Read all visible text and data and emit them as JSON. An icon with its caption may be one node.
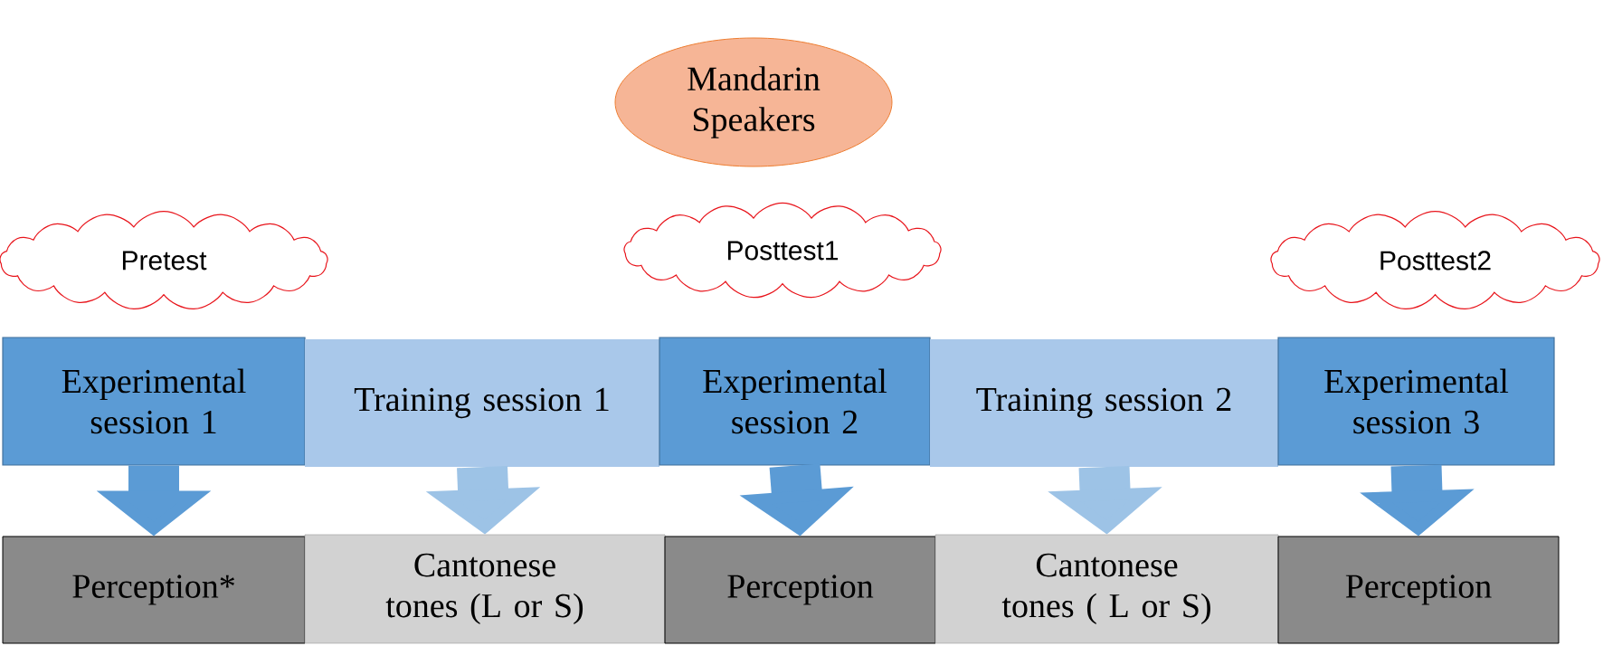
{
  "diagram": {
    "nodes": [
      {
        "text": [
          "Mandarin Speakers"
        ]
      },
      {
        "text": [
          "Pretest"
        ]
      },
      {
        "text": [
          "Posttest1"
        ]
      },
      {
        "text": [
          "Posttest2"
        ]
      },
      {
        "text": [
          "Experimental session 1"
        ]
      },
      {
        "text": [
          "Training session 1"
        ]
      },
      {
        "text": [
          "Experimental session 2"
        ]
      },
      {
        "text": [
          "Training session 2"
        ]
      },
      {
        "text": [
          "Experimental session 3"
        ]
      },
      {
        "text": [
          "Perception*"
        ]
      },
      {
        "text": [
          "Cantonese tones (L or S)"
        ]
      },
      {
        "text": [
          "Perception"
        ]
      },
      {
        "text": [
          "Cantonese tones ( L or S)"
        ]
      },
      {
        "text": [
          "Perception"
        ]
      }
    ],
    "edges": [
      {
        "from": 4,
        "to": 9,
        "arrow": "to"
      },
      {
        "from": 5,
        "to": 10,
        "arrow": "to",
        "color": "#9dc3e6"
      },
      {
        "from": 6,
        "to": 11,
        "arrow": "to"
      },
      {
        "from": 7,
        "to": 12,
        "arrow": "to",
        "color": "#9dc3e6"
      },
      {
        "from": 8,
        "to": 13,
        "arrow": "to"
      }
    ]
  }
}
